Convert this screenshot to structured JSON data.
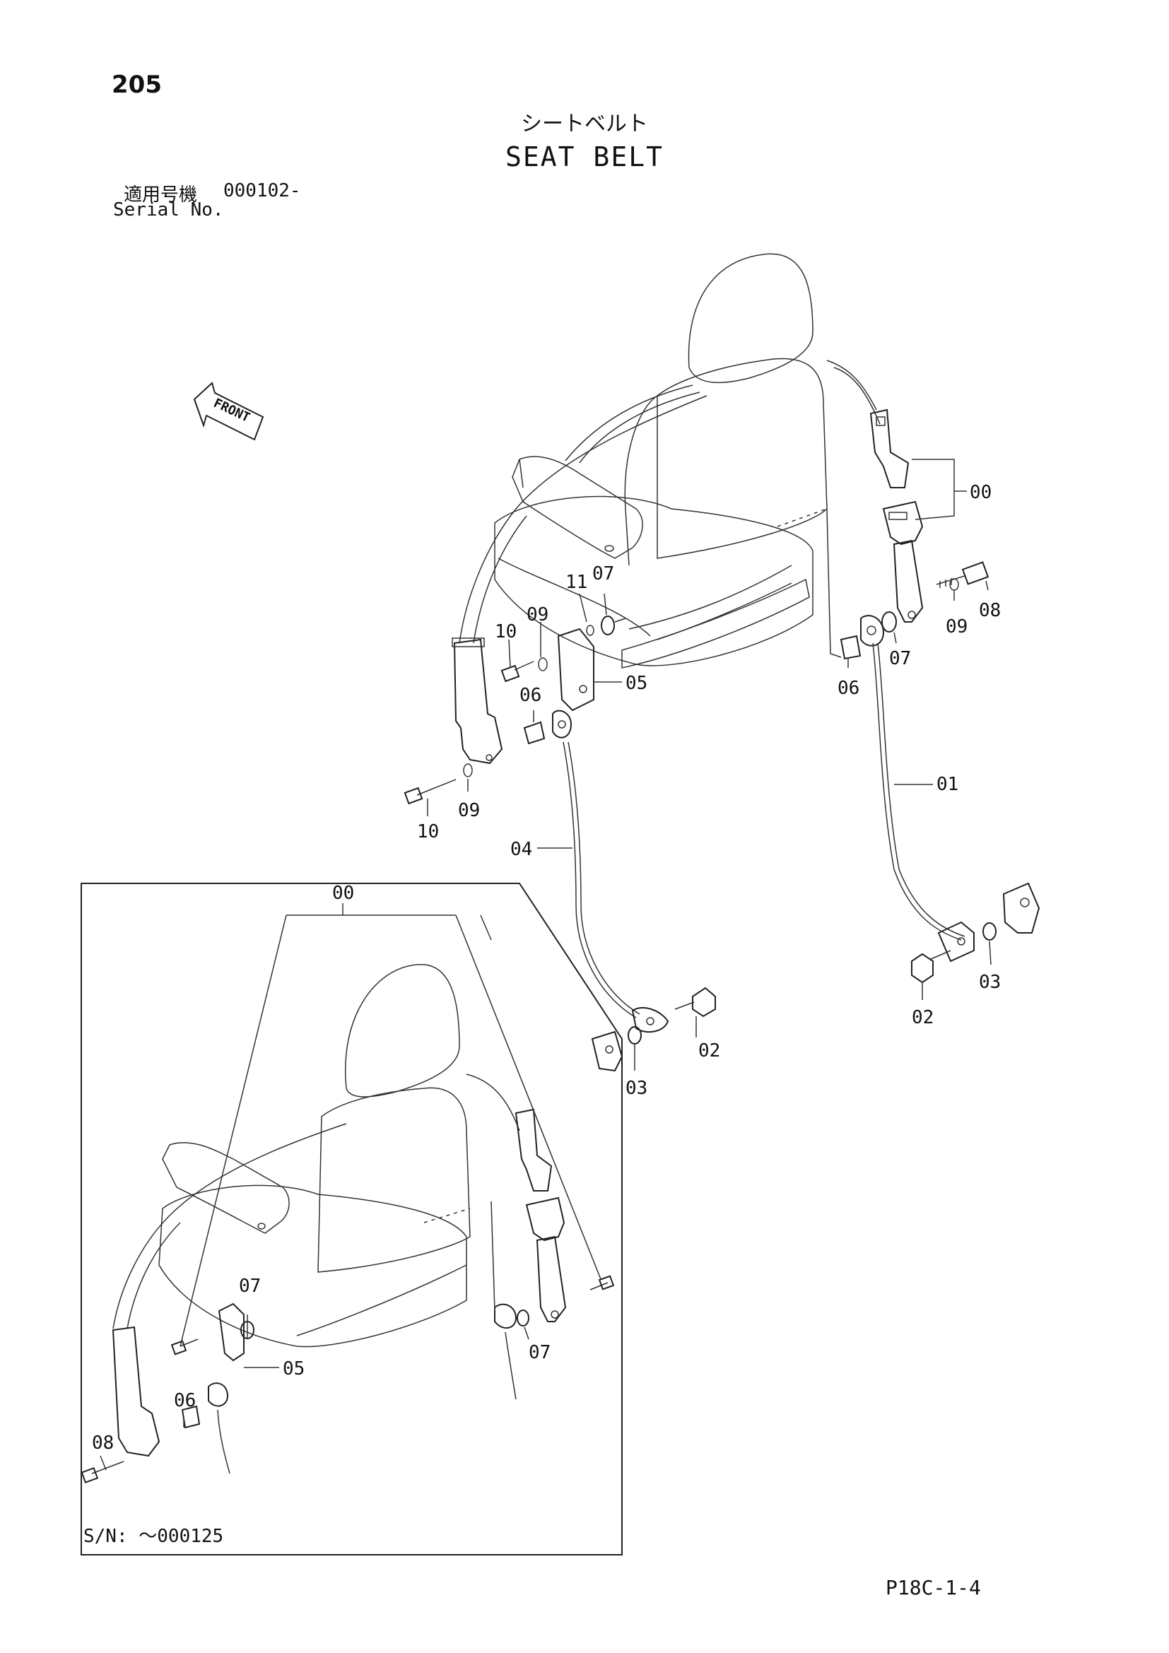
{
  "page_number": "205",
  "title_jp": "シートベルト",
  "title_en": "SEAT BELT",
  "serial": {
    "label_jp": "適用号機",
    "label_en": "Serial No.",
    "value": "000102-"
  },
  "front_arrow_label": "FRONT",
  "main_callouts": {
    "c00": "00",
    "c01": "01",
    "c02a": "02",
    "c02b": "02",
    "c03a": "03",
    "c03b": "03",
    "c04": "04",
    "c05": "05",
    "c06a": "06",
    "c06b": "06",
    "c07a": "07",
    "c07b": "07",
    "c08": "08",
    "c09a": "09",
    "c09b": "09",
    "c09c": "09",
    "c10a": "10",
    "c10b": "10",
    "c11": "11"
  },
  "inset": {
    "serial_note": "S/N: ～000125",
    "callouts": {
      "c00": "00",
      "c05": "05",
      "c06": "06",
      "c07a": "07",
      "c07b": "07",
      "c08": "08"
    }
  },
  "footer_code": "P18C-1-4"
}
